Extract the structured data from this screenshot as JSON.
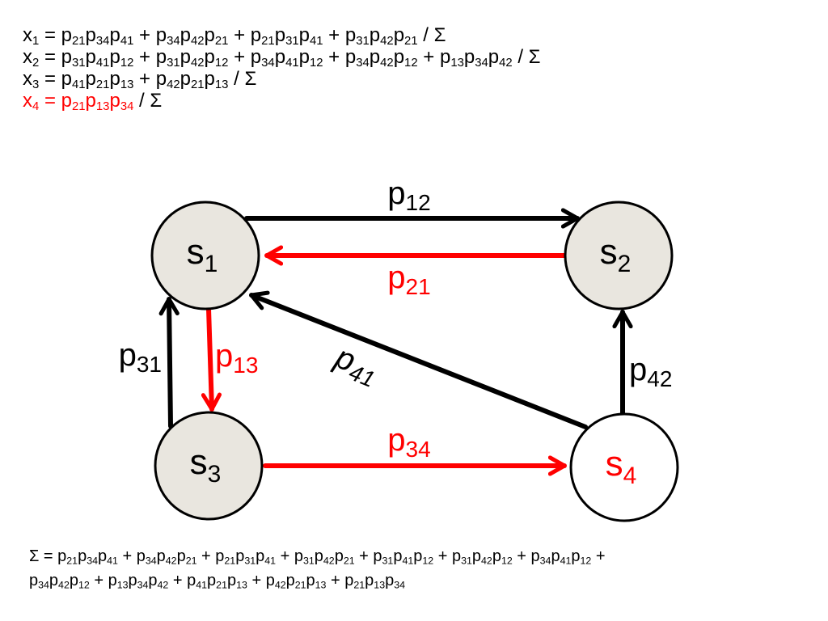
{
  "equations": [
    {
      "lhs": "x",
      "lhs_sub": "1",
      "terms": [
        [
          "p",
          "21",
          "p",
          "34",
          "p",
          "41"
        ],
        [
          "p",
          "34",
          "p",
          "42",
          "p",
          "21"
        ],
        [
          "p",
          "21",
          "p",
          "31",
          "p",
          "41"
        ],
        [
          "p",
          "31",
          "p",
          "42",
          "p",
          "21"
        ]
      ],
      "suffix": " / Σ",
      "highlight": false
    },
    {
      "lhs": "x",
      "lhs_sub": "2",
      "terms": [
        [
          "p",
          "31",
          "p",
          "41",
          "p",
          "12"
        ],
        [
          "p",
          "31",
          "p",
          "42",
          "p",
          "12"
        ],
        [
          "p",
          "34",
          "p",
          "41",
          "p",
          "12"
        ],
        [
          "p",
          "34",
          "p",
          "42",
          "p",
          "12"
        ],
        [
          "p",
          "13",
          "p",
          "34",
          "p",
          "42"
        ]
      ],
      "suffix": " / Σ",
      "highlight": false
    },
    {
      "lhs": "x",
      "lhs_sub": "3",
      "terms": [
        [
          "p",
          "41",
          "p",
          "21",
          "p",
          "13"
        ],
        [
          "p",
          "42",
          "p",
          "21",
          "p",
          "13"
        ]
      ],
      "suffix": " / Σ",
      "highlight": false
    },
    {
      "lhs": "x",
      "lhs_sub": "4",
      "terms": [
        [
          "p",
          "21",
          "p",
          "13",
          "p",
          "34"
        ]
      ],
      "suffix": " / Σ",
      "highlight": true
    }
  ],
  "sum": {
    "lhs": "Σ",
    "lines": [
      [
        [
          "p",
          "21",
          "p",
          "34",
          "p",
          "41"
        ],
        [
          "p",
          "34",
          "p",
          "42",
          "p",
          "21"
        ],
        [
          "p",
          "21",
          "p",
          "31",
          "p",
          "41"
        ],
        [
          "p",
          "31",
          "p",
          "42",
          "p",
          "21"
        ],
        [
          "p",
          "31",
          "p",
          "41",
          "p",
          "12"
        ],
        [
          "p",
          "31",
          "p",
          "42",
          "p",
          "12"
        ],
        [
          "p",
          "34",
          "p",
          "41",
          "p",
          "12"
        ]
      ],
      [
        [
          "p",
          "34",
          "p",
          "42",
          "p",
          "12"
        ],
        [
          "p",
          "13",
          "p",
          "34",
          "p",
          "42"
        ],
        [
          "p",
          "41",
          "p",
          "21",
          "p",
          "13"
        ],
        [
          "p",
          "42",
          "p",
          "21",
          "p",
          "13"
        ],
        [
          "p",
          "21",
          "p",
          "13",
          "p",
          "34"
        ]
      ]
    ]
  },
  "colors": {
    "black": "#000000",
    "red": "#ff0000",
    "node_fill": "#e9e6df",
    "node_fill_highlight": "#ffffff"
  },
  "graph": {
    "nodes": [
      {
        "id": "s1",
        "base": "s",
        "sub": "1",
        "highlight": false
      },
      {
        "id": "s2",
        "base": "s",
        "sub": "2",
        "highlight": false
      },
      {
        "id": "s3",
        "base": "s",
        "sub": "3",
        "highlight": false
      },
      {
        "id": "s4",
        "base": "s",
        "sub": "4",
        "highlight": true
      }
    ],
    "edges": [
      {
        "id": "p12",
        "from": "s1",
        "to": "s2",
        "base": "p",
        "sub": "12",
        "highlight": false,
        "italic": false
      },
      {
        "id": "p21",
        "from": "s2",
        "to": "s1",
        "base": "p",
        "sub": "21",
        "highlight": true,
        "italic": false
      },
      {
        "id": "p13",
        "from": "s1",
        "to": "s3",
        "base": "p",
        "sub": "13",
        "highlight": true,
        "italic": false
      },
      {
        "id": "p31",
        "from": "s3",
        "to": "s1",
        "base": "p",
        "sub": "31",
        "highlight": false,
        "italic": false
      },
      {
        "id": "p34",
        "from": "s3",
        "to": "s4",
        "base": "p",
        "sub": "34",
        "highlight": true,
        "italic": false
      },
      {
        "id": "p41",
        "from": "s4",
        "to": "s1",
        "base": "p",
        "sub": "41",
        "highlight": false,
        "italic": true
      },
      {
        "id": "p42",
        "from": "s4",
        "to": "s2",
        "base": "p",
        "sub": "42",
        "highlight": false,
        "italic": false
      }
    ]
  }
}
